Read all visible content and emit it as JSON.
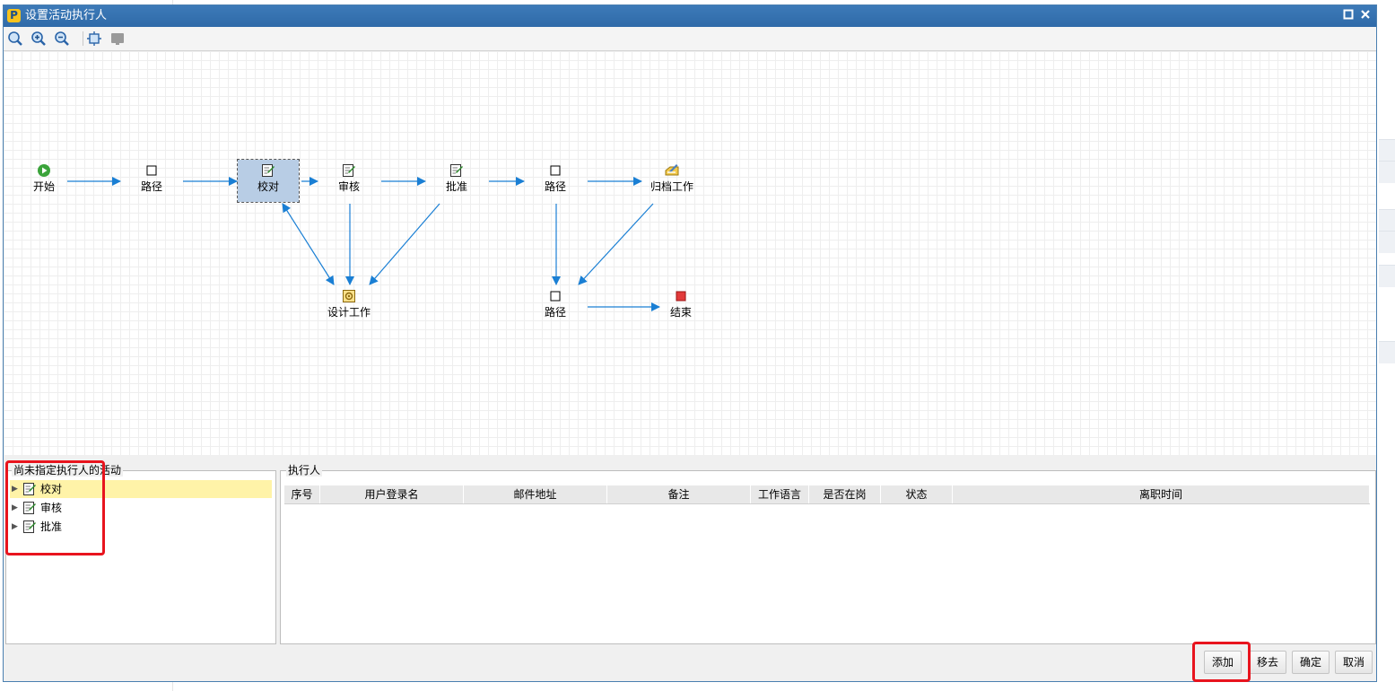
{
  "window": {
    "title": "设置活动执行人"
  },
  "toolbar": {
    "buttons": [
      "zoom-fit-icon",
      "zoom-in-icon",
      "zoom-out-icon",
      "fit-center-icon",
      "overview-icon"
    ]
  },
  "diagram": {
    "nodes": {
      "start": "开始",
      "route1": "路径",
      "proofread": "校对",
      "review": "审核",
      "approve": "批准",
      "route2": "路径",
      "archive": "归档工作",
      "design": "设计工作",
      "route3": "路径",
      "end": "结束"
    },
    "selected_node": "校对",
    "edge_color": "#1a7fd4"
  },
  "left_panel": {
    "title": "尚未指定执行人的活动",
    "items": [
      {
        "label": "校对",
        "selected": true
      },
      {
        "label": "审核",
        "selected": false
      },
      {
        "label": "批准",
        "selected": false
      }
    ]
  },
  "right_panel": {
    "title": "执行人",
    "columns": [
      "序号",
      "用户登录名",
      "邮件地址",
      "备注",
      "工作语言",
      "是否在岗",
      "状态",
      "离职时间"
    ]
  },
  "buttons": {
    "add": "添加",
    "remove": "移去",
    "ok": "确定",
    "cancel": "取消"
  },
  "colors": {
    "title_bar": "#3d7ab8",
    "highlight_box": "#e8141e",
    "selected_row": "#fff3a8",
    "selected_node": "#b8cde5"
  }
}
